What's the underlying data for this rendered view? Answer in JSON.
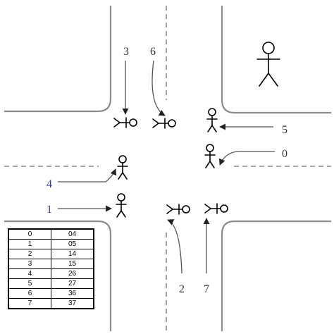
{
  "labels": {
    "l0": "0",
    "l1": "1",
    "l2": "2",
    "l3": "3",
    "l4": "4",
    "l5": "5",
    "l6": "6",
    "l7": "7"
  },
  "table": {
    "rows": [
      [
        "0",
        "04"
      ],
      [
        "1",
        "05"
      ],
      [
        "2",
        "14"
      ],
      [
        "3",
        "15"
      ],
      [
        "4",
        "26"
      ],
      [
        "5",
        "27"
      ],
      [
        "6",
        "36"
      ],
      [
        "7",
        "37"
      ]
    ]
  }
}
